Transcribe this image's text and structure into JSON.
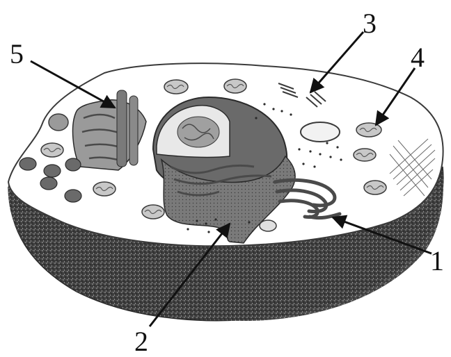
{
  "labels": {
    "one": "1",
    "two": "2",
    "three": "3",
    "four": "4",
    "five": "5"
  },
  "colors": {
    "ink": "#111111",
    "cytoplasm": "#ffffff",
    "membrane_edge": "#3a3a3a",
    "organelle_fill": "#8a8a8a",
    "organelle_dark": "#4a4a4a"
  }
}
